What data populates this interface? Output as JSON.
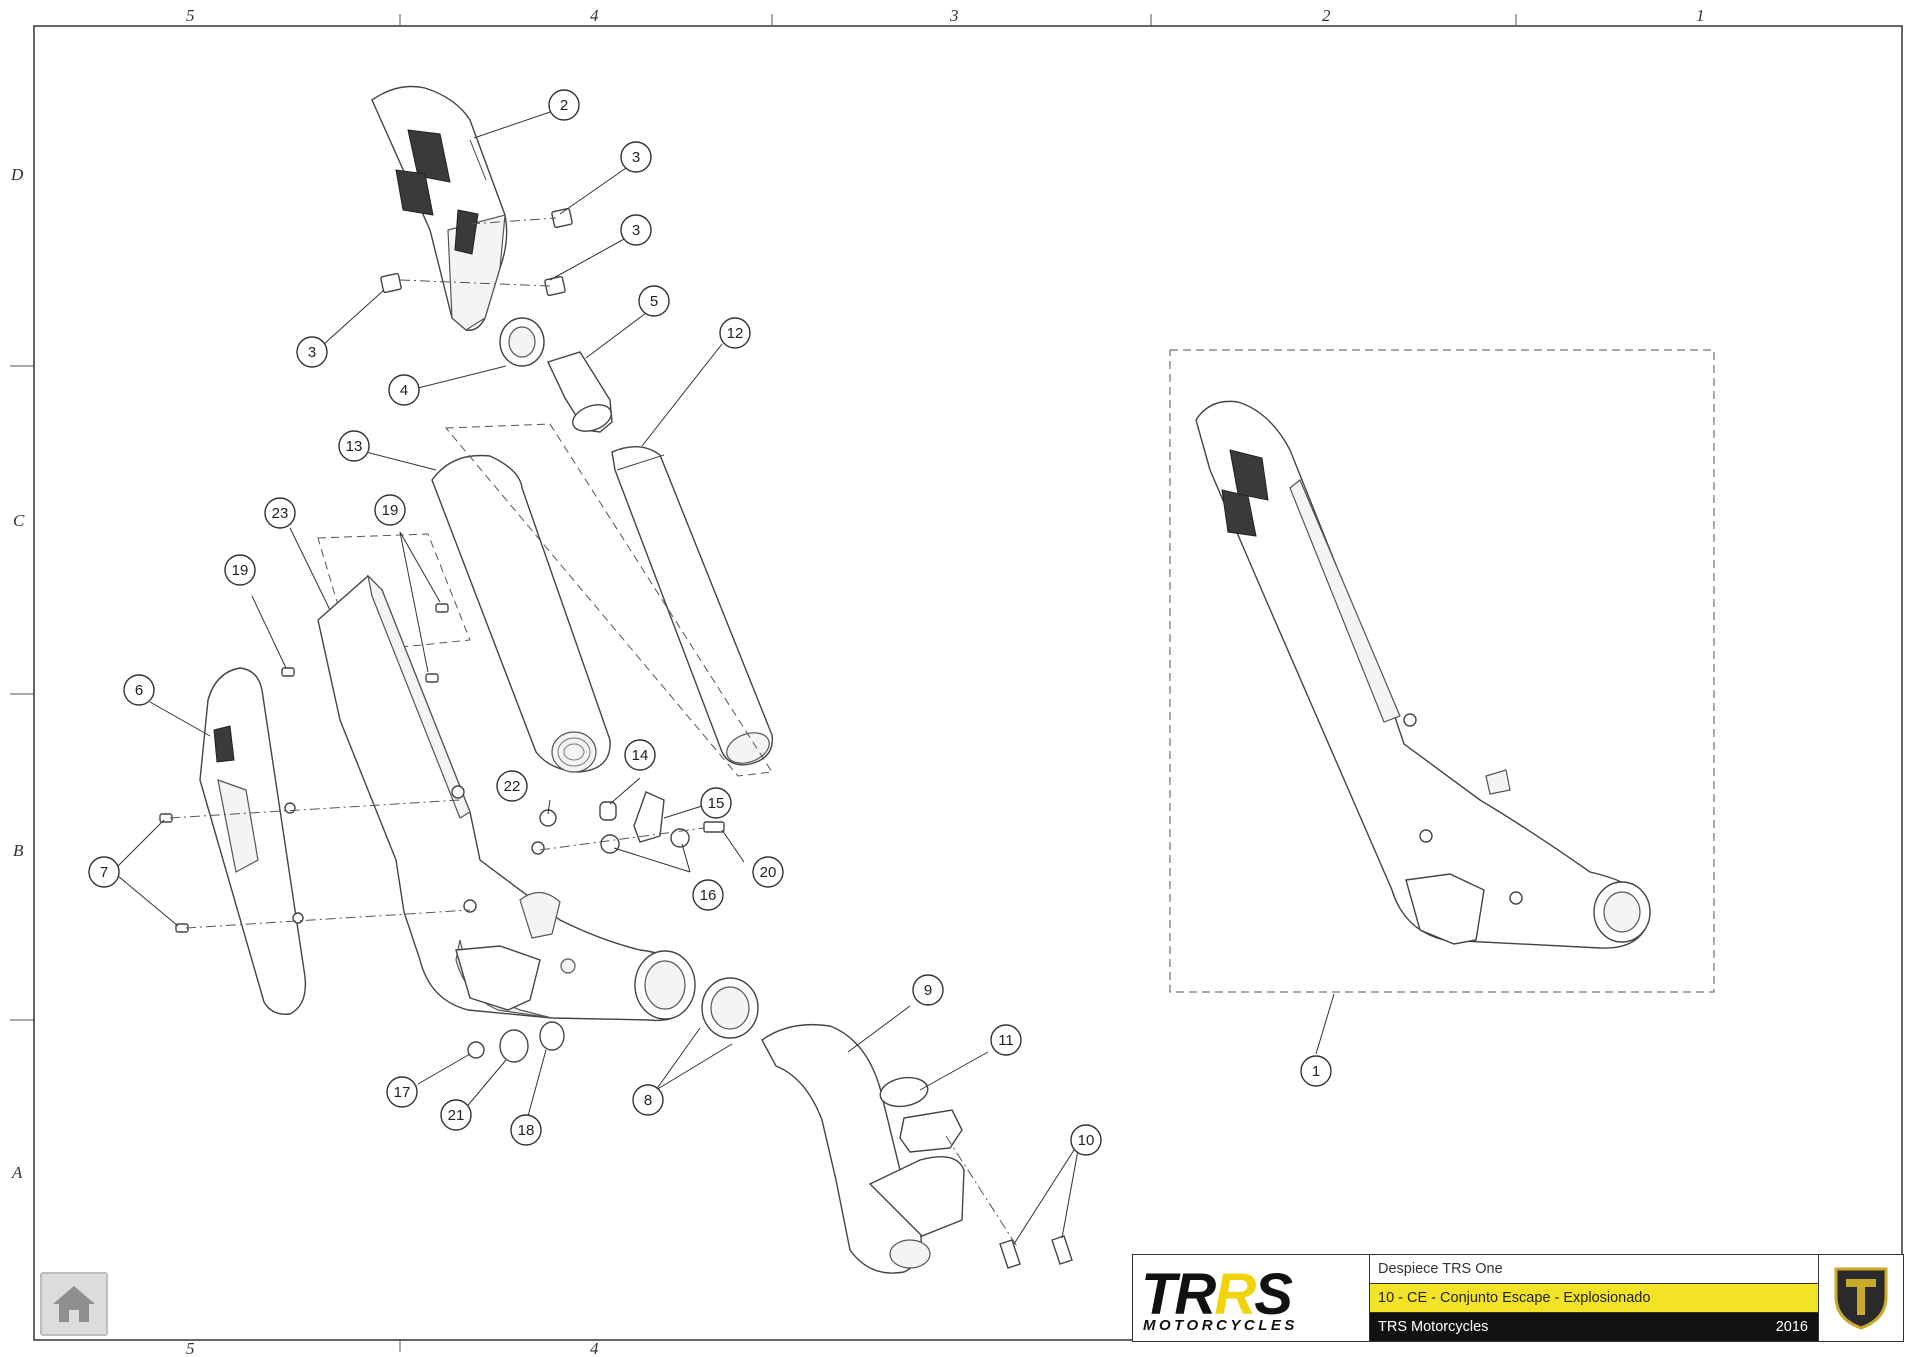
{
  "zones": {
    "columns_top": [
      "5",
      "4",
      "3",
      "2",
      "1"
    ],
    "columns_bottom": [
      "5",
      "4"
    ],
    "rows": [
      "D",
      "C",
      "B",
      "A"
    ]
  },
  "callouts": [
    {
      "id": "c2",
      "label": "2"
    },
    {
      "id": "c3a",
      "label": "3"
    },
    {
      "id": "c3b",
      "label": "3"
    },
    {
      "id": "c3c",
      "label": "3"
    },
    {
      "id": "c5",
      "label": "5"
    },
    {
      "id": "c12",
      "label": "12"
    },
    {
      "id": "c4",
      "label": "4"
    },
    {
      "id": "c13",
      "label": "13"
    },
    {
      "id": "c23",
      "label": "23"
    },
    {
      "id": "c19a",
      "label": "19"
    },
    {
      "id": "c19b",
      "label": "19"
    },
    {
      "id": "c6",
      "label": "6"
    },
    {
      "id": "c14",
      "label": "14"
    },
    {
      "id": "c22",
      "label": "22"
    },
    {
      "id": "c15",
      "label": "15"
    },
    {
      "id": "c7",
      "label": "7"
    },
    {
      "id": "c20",
      "label": "20"
    },
    {
      "id": "c16",
      "label": "16"
    },
    {
      "id": "c9",
      "label": "9"
    },
    {
      "id": "c11",
      "label": "11"
    },
    {
      "id": "c8",
      "label": "8"
    },
    {
      "id": "c17",
      "label": "17"
    },
    {
      "id": "c21",
      "label": "21"
    },
    {
      "id": "c18",
      "label": "18"
    },
    {
      "id": "c10",
      "label": "10"
    },
    {
      "id": "c1",
      "label": "1"
    }
  ],
  "title_block": {
    "logo_main_1": "TR",
    "logo_main_accent": "R",
    "logo_main_2": "S",
    "logo_sub": "MOTORCYCLES",
    "project": "Despiece TRS One",
    "sheet": "10 - CE - Conjunto Escape - Explosionado",
    "company": "TRS Motorcycles",
    "year": "2016"
  },
  "icons": {
    "home": "home-icon",
    "emblem": "trs-emblem-icon"
  },
  "colors": {
    "accent_yellow": "#f2e326",
    "logo_yellow": "#f1d40a",
    "dark": "#111111"
  }
}
